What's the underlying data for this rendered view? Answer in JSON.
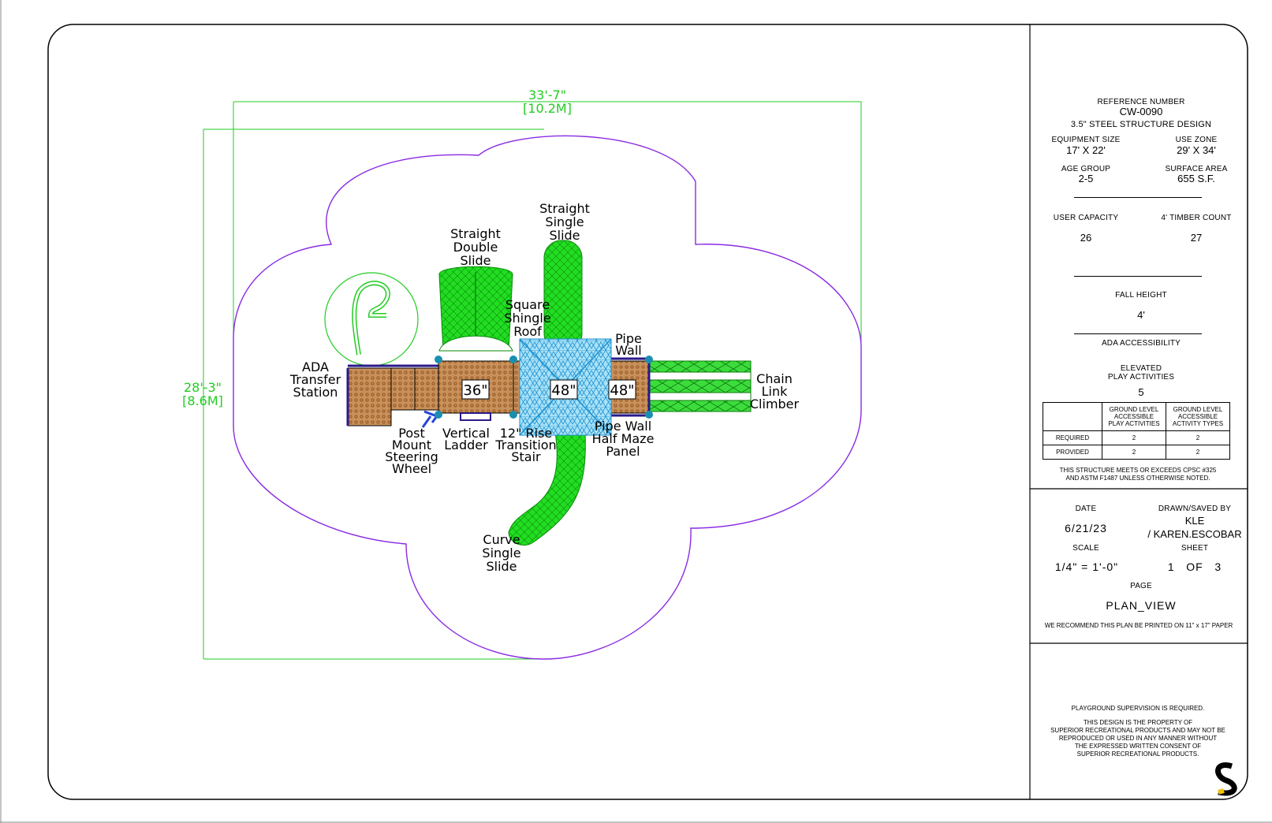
{
  "dimensions": {
    "width_label": "33'-7\"",
    "width_metric": "[10.2M]",
    "height_label": "28'-3\"",
    "height_metric": "[8.6M]"
  },
  "components": {
    "ada_transfer": [
      "ADA",
      "Transfer",
      "Station"
    ],
    "straight_double_slide": [
      "Straight",
      "Double",
      "Slide"
    ],
    "straight_single_slide": [
      "Straight",
      "Single",
      "Slide"
    ],
    "square_shingle_roof": [
      "Square",
      "Shingle",
      "Roof"
    ],
    "pipe_wall": [
      "Pipe",
      "Wall"
    ],
    "chain_link_climber": [
      "Chain",
      "Link",
      "Climber"
    ],
    "post_mount_steering": [
      "Post",
      "Mount",
      "Steering",
      "Wheel"
    ],
    "vertical_ladder": [
      "Vertical",
      "Ladder"
    ],
    "transition_stair": [
      "12\" Rise",
      "Transition",
      "Stair"
    ],
    "half_maze": [
      "Pipe Wall",
      "Half Maze",
      "Panel"
    ],
    "curve_single_slide": [
      "Curve",
      "Single",
      "Slide"
    ]
  },
  "decks": {
    "deck1": "36\"",
    "deck2": "48\"",
    "deck3": "48\""
  },
  "title_block": {
    "ref_label": "REFERENCE NUMBER",
    "ref_number": "CW-0090",
    "design": "3.5\" STEEL STRUCTURE DESIGN",
    "equipment_size_label": "EQUIPMENT SIZE",
    "equipment_size": "17' X 22'",
    "use_zone_label": "USE ZONE",
    "use_zone": "29' X 34'",
    "age_group_label": "AGE GROUP",
    "age_group": "2-5",
    "surface_area_label": "SURFACE AREA",
    "surface_area": "655 S.F.",
    "user_capacity_label": "USER CAPACITY",
    "user_capacity": "26",
    "timber_label": "4' TIMBER COUNT",
    "timber_count": "27",
    "fall_height_label": "FALL HEIGHT",
    "fall_height": "4'",
    "ada_label": "ADA ACCESSIBILITY",
    "elevated_label_1": "ELEVATED",
    "elevated_label_2": "PLAY ACTIVITIES",
    "elevated_value": "5",
    "table": {
      "col1": [
        "GROUND LEVEL",
        "ACCESSIBLE",
        "PLAY ACTIVITIES"
      ],
      "col2": [
        "GROUND LEVEL",
        "ACCESSIBLE",
        "ACTIVITY TYPES"
      ],
      "required_label": "REQUIRED",
      "required": [
        "2",
        "2"
      ],
      "provided_label": "PROVIDED",
      "provided": [
        "2",
        "2"
      ]
    },
    "compliance_1": "THIS STRUCTURE MEETS OR EXCEEDS CPSC #325",
    "compliance_2": "AND ASTM F1487 UNLESS OTHERWISE NOTED.",
    "date_label": "DATE",
    "date": "6/21/23",
    "drawn_label": "DRAWN/SAVED BY",
    "drawn_1": "KLE",
    "drawn_2": "/ KAREN.ESCOBAR",
    "scale_label": "SCALE",
    "scale": "1/4\" = 1'-0\"",
    "sheet_label": "SHEET",
    "sheet": "1   OF   3",
    "page_label": "PAGE",
    "page": "PLAN_VIEW",
    "recommend": "WE RECOMMEND THIS PLAN BE PRINTED ON 11\" x 17\" PAPER",
    "supervision": "PLAYGROUND SUPERVISION IS REQUIRED.",
    "property": [
      "THIS DESIGN IS THE PROPERTY OF",
      "SUPERIOR RECREATIONAL PRODUCTS AND MAY NOT BE",
      "REPRODUCED OR USED IN ANY MANNER WITHOUT",
      "THE EXPRESSED WRITTEN CONSENT OF",
      "SUPERIOR RECREATIONAL PRODUCTS."
    ]
  },
  "colors": {
    "slide_green": "#22dd22",
    "use_zone": "#8a2be2",
    "deck_brown": "#c8905a",
    "roof_blue": "#8fd6f2",
    "post": "#1a8fb0",
    "panel_purple": "#2a1a8a"
  }
}
